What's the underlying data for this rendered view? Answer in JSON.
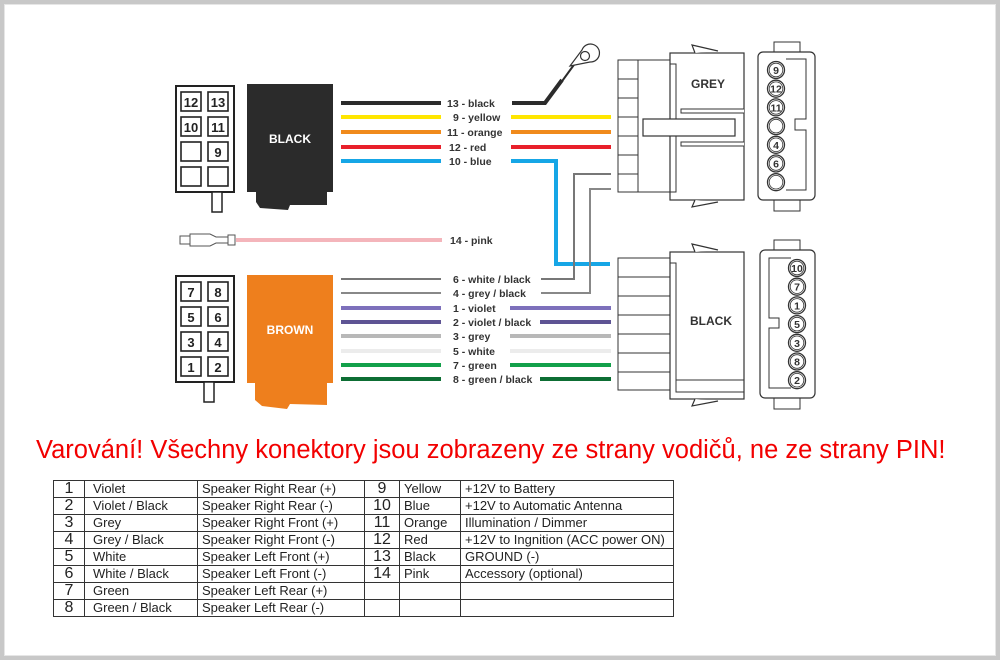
{
  "warning": "Varování! Všechny konektory jsou zobrazeny ze strany vodičů, ne ze strany PIN!",
  "connectors": {
    "iso_black": {
      "label": "BLACK",
      "color": "#2b2b2b",
      "pins": [
        "12",
        "13",
        "10",
        "11",
        "",
        "9",
        "",
        ""
      ]
    },
    "iso_brown": {
      "label": "BROWN",
      "color": "#ee7f1d",
      "pins": [
        "7",
        "8",
        "5",
        "6",
        "3",
        "4",
        "1",
        "2"
      ]
    },
    "radio_grey": {
      "label": "GREY",
      "pins": [
        "9",
        "12",
        "11",
        "",
        "4",
        "6",
        ""
      ]
    },
    "radio_black": {
      "label": "BLACK",
      "pins": [
        "10",
        "7",
        "1",
        "5",
        "3",
        "8",
        "2"
      ]
    }
  },
  "wires_top": [
    {
      "label": "13 - black",
      "color": "#2b2b2b"
    },
    {
      "label": "9 - yellow",
      "color": "#ffe600"
    },
    {
      "label": "11 - orange",
      "color": "#f08a1c"
    },
    {
      "label": "12 - red",
      "color": "#e8202a"
    },
    {
      "label": "10 - blue",
      "color": "#16a6e6"
    }
  ],
  "wire_pink": {
    "label": "14 - pink",
    "color": "#f4b5bb"
  },
  "wires_bottom": [
    {
      "label": "6 - white / black",
      "color": "#777777"
    },
    {
      "label": "4 - grey / black",
      "color": "#888888"
    },
    {
      "label": "1 - violet",
      "color": "#7d70bb"
    },
    {
      "label": "2 - violet / black",
      "color": "#5e5494"
    },
    {
      "label": "3 - grey",
      "color": "#b8b8b8"
    },
    {
      "label": "5 - white",
      "color": "#ececec"
    },
    {
      "label": "7 - green",
      "color": "#12a04a"
    },
    {
      "label": "8 - green / black",
      "color": "#0d6e34"
    }
  ],
  "legend_left": [
    {
      "num": "1",
      "color": "Violet",
      "function": "Speaker Right Rear (+)"
    },
    {
      "num": "2",
      "color": "Violet / Black",
      "function": "Speaker Right Rear (-)"
    },
    {
      "num": "3",
      "color": "Grey",
      "function": "Speaker Right Front (+)"
    },
    {
      "num": "4",
      "color": "Grey / Black",
      "function": "Speaker Right Front (-)"
    },
    {
      "num": "5",
      "color": "White",
      "function": "Speaker Left Front (+)"
    },
    {
      "num": "6",
      "color": "White / Black",
      "function": "Speaker Left Front (-)"
    },
    {
      "num": "7",
      "color": "Green",
      "function": "Speaker Left Rear (+)"
    },
    {
      "num": "8",
      "color": "Green / Black",
      "function": "Speaker Left Rear (-)"
    }
  ],
  "legend_right": [
    {
      "num": "9",
      "color": "Yellow",
      "function": "+12V to Battery"
    },
    {
      "num": "10",
      "color": "Blue",
      "function": "+12V to Automatic Antenna"
    },
    {
      "num": "11",
      "color": "Orange",
      "function": "Illumination / Dimmer"
    },
    {
      "num": "12",
      "color": "Red",
      "function": "+12V to Ingnition (ACC power ON)"
    },
    {
      "num": "13",
      "color": "Black",
      "function": "GROUND (-)"
    },
    {
      "num": "14",
      "color": "Pink",
      "function": "Accessory (optional)"
    },
    {
      "num": "",
      "color": "",
      "function": ""
    },
    {
      "num": "",
      "color": "",
      "function": ""
    }
  ]
}
